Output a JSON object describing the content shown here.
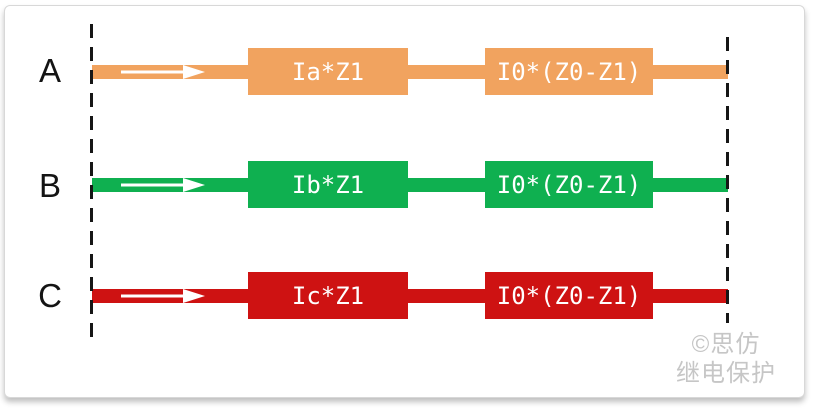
{
  "diagram": {
    "description": "Three-phase impedance voltage-drop diagram",
    "bus_color": "#161616",
    "arrow_color": "#ffffff",
    "phases": [
      {
        "label": "A",
        "color": "#F1A35F",
        "line_impedance": "Ia*Z1",
        "zero_seq_impedance": "I0*(Z0-Z1)"
      },
      {
        "label": "B",
        "color": "#0FB050",
        "line_impedance": "Ib*Z1",
        "zero_seq_impedance": "I0*(Z0-Z1)"
      },
      {
        "label": "C",
        "color": "#CE1212",
        "line_impedance": "Ic*Z1",
        "zero_seq_impedance": "I0*(Z0-Z1)"
      }
    ]
  },
  "watermark": {
    "line1": "©思仿",
    "line2": "继电保护",
    "color": "#C6C6C6"
  }
}
